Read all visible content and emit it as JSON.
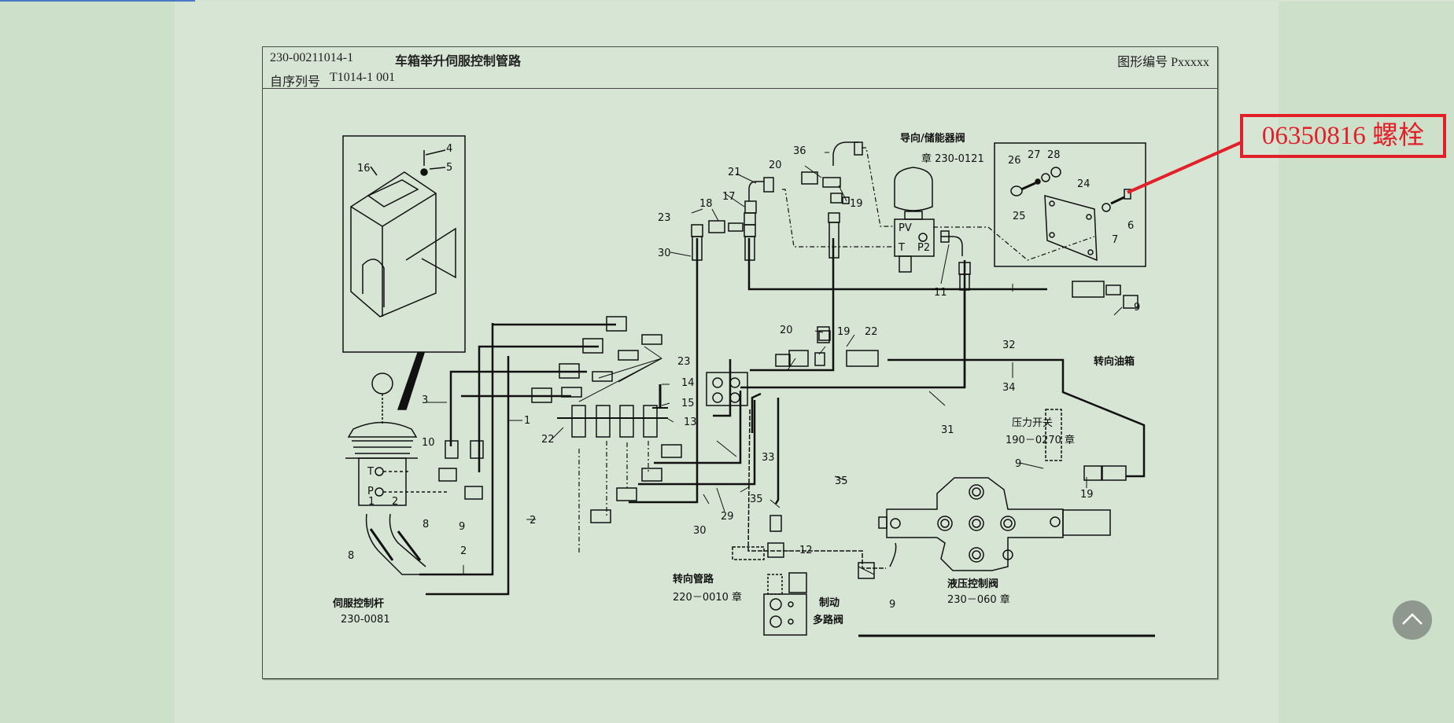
{
  "reading_progress": {
    "percent": 13.4,
    "color": "#4a78c4"
  },
  "document": {
    "code": "230-00211014-1",
    "title": "车箱举升伺服控制管路",
    "serial_label": "自序列号",
    "serial_value": "T1014-1 001",
    "figure_number": "图形编号  Pxxxxx"
  },
  "diagram": {
    "part_numbers": [
      "1",
      "2",
      "3",
      "4",
      "5",
      "6",
      "7",
      "8",
      "9",
      "10",
      "11",
      "12",
      "13",
      "14",
      "15",
      "16",
      "17",
      "18",
      "19",
      "20",
      "21",
      "22",
      "23",
      "24",
      "25",
      "26",
      "27",
      "28",
      "29",
      "30",
      "31",
      "32",
      "33",
      "34",
      "35",
      "36"
    ],
    "labels": {
      "servo_lever_name": "伺服控制杆",
      "servo_lever_code": "230-0081",
      "accumulator_valve_name": "导向/储能器阀",
      "accumulator_valve_code": "章 230-0121",
      "steering_tank": "转向油箱",
      "pressure_switch_name": "压力开关",
      "pressure_switch_code": "190－0270 章",
      "hydraulic_valve_name": "液压控制阀",
      "hydraulic_valve_code": "230－060 章",
      "steering_pipe_name": "转向管路",
      "steering_pipe_code": "220－0010 章",
      "brake_valve_line1": "制动",
      "brake_valve_line2": "多路阀",
      "port_pv": "PV",
      "port_t": "T",
      "port_p2": "P2",
      "lever_port_t": "T",
      "lever_port_p": "P",
      "lever_port_1": "1",
      "lever_port_2": "2"
    }
  },
  "callout": {
    "part_code": "06350816",
    "part_name": "螺栓",
    "text": "06350816  螺栓",
    "color": "#e3202a"
  },
  "scroll_top_button": {
    "icon": "chevron-up-icon"
  }
}
